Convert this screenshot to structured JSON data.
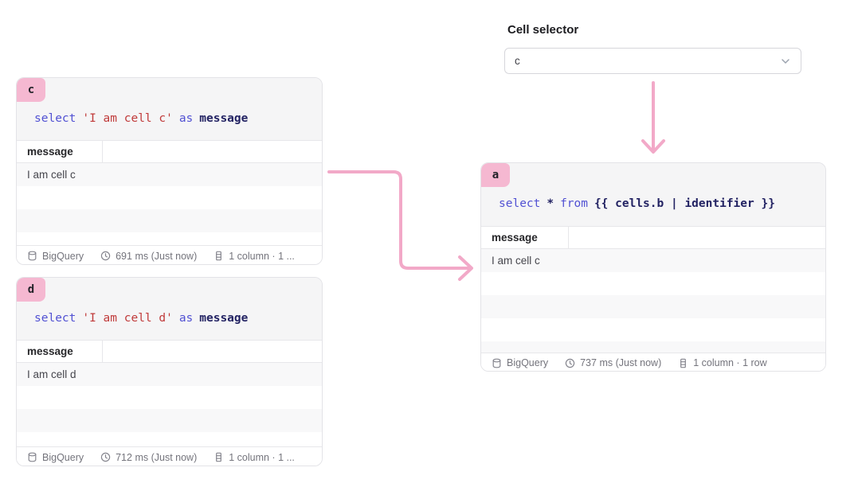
{
  "selector": {
    "label": "Cell selector",
    "value": "c"
  },
  "cells": {
    "c": {
      "tab": "c",
      "code": {
        "kw1": "select",
        "str": "'I am cell c'",
        "kw2": "as",
        "ident": "message"
      },
      "table": {
        "header": "message",
        "rows": [
          "I am cell c",
          "",
          "",
          ""
        ]
      },
      "footer": {
        "source": "BigQuery",
        "timing": "691 ms (Just now)",
        "shape": "1 column · 1 ..."
      }
    },
    "d": {
      "tab": "d",
      "code": {
        "kw1": "select",
        "str": "'I am cell d'",
        "kw2": "as",
        "ident": "message"
      },
      "table": {
        "header": "message",
        "rows": [
          "I am cell d",
          "",
          "",
          ""
        ]
      },
      "footer": {
        "source": "BigQuery",
        "timing": "712 ms (Just now)",
        "shape": "1 column · 1 ..."
      }
    },
    "a": {
      "tab": "a",
      "code": {
        "kw1": "select",
        "op": "*",
        "kw2": "from",
        "ident": "{{ cells.b | identifier }}"
      },
      "table": {
        "header": "message",
        "rows": [
          "I am cell c",
          "",
          "",
          "",
          ""
        ]
      },
      "footer": {
        "source": "BigQuery",
        "timing": "737 ms (Just now)",
        "shape": "1 column · 1 row"
      }
    }
  },
  "colors": {
    "tab_pink": "#f5b8d1",
    "arrow_pink": "#f2a9c8",
    "syntax_keyword": "#5151d3",
    "syntax_string": "#c03a3a",
    "syntax_identifier": "#232363",
    "code_background": "#f5f5f6"
  }
}
